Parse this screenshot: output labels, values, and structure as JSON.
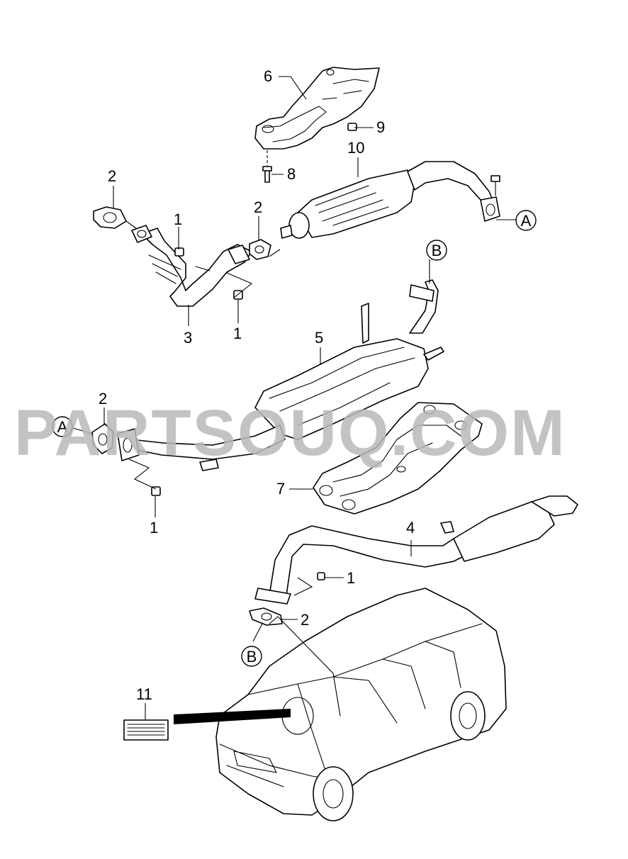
{
  "watermark": "PARTSOUQ.COM",
  "callouts": {
    "c1a": "1",
    "c1b": "1",
    "c1c": "1",
    "c1d": "1",
    "c2a": "2",
    "c2b": "2",
    "c2c": "2",
    "c2d": "2",
    "c3": "3",
    "c4": "4",
    "c5": "5",
    "c6": "6",
    "c7": "7",
    "c8": "8",
    "c9": "9",
    "c10": "10",
    "c11": "11"
  },
  "references": {
    "ra1": "A",
    "ra2": "A",
    "rb1": "B",
    "rb2": "B"
  },
  "colors": {
    "line": "#000000",
    "watermark": "#b9b9b9",
    "background": "#ffffff"
  }
}
